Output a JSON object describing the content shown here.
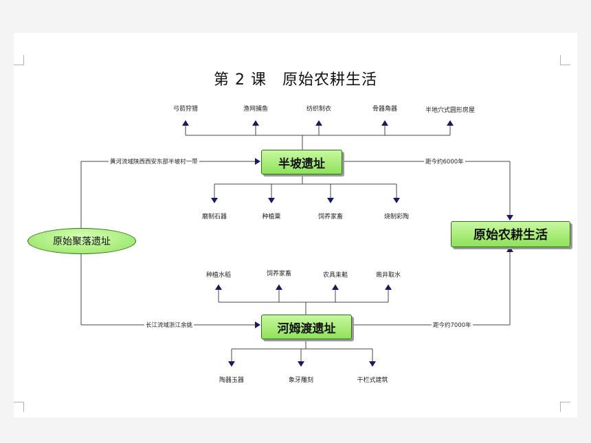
{
  "title": "第 2 课　原始农耕生活",
  "nodes": {
    "banpo": "半坡遗址",
    "hemudu": "河姆渡遗址",
    "origin": "原始聚落遗址",
    "result": "原始农耕生活"
  },
  "banpo_top": [
    "弓箭狩猎",
    "渔网捕鱼",
    "纺织制衣",
    "骨器角器",
    "半地穴式圆形房屋"
  ],
  "banpo_bottom": [
    "磨制石器",
    "种植粟",
    "饲养家畜",
    "烧制彩陶"
  ],
  "hemudu_top": [
    "种植水稻",
    "饲养家畜",
    "农具耒耜",
    "凿井取水"
  ],
  "hemudu_bottom": [
    "陶器玉器",
    "象牙雕刻",
    "干栏式建筑"
  ],
  "edges": {
    "banpo_location": "黄河流域陕西西安东部半坡村一带",
    "banpo_age": "距今约6000年",
    "hemudu_location": "长江流域浙江余姚",
    "hemudu_age": "距今约7000年"
  },
  "colors": {
    "box_fill": "#8fe25a",
    "arrow": "#1a1a5e",
    "line": "#444444"
  }
}
